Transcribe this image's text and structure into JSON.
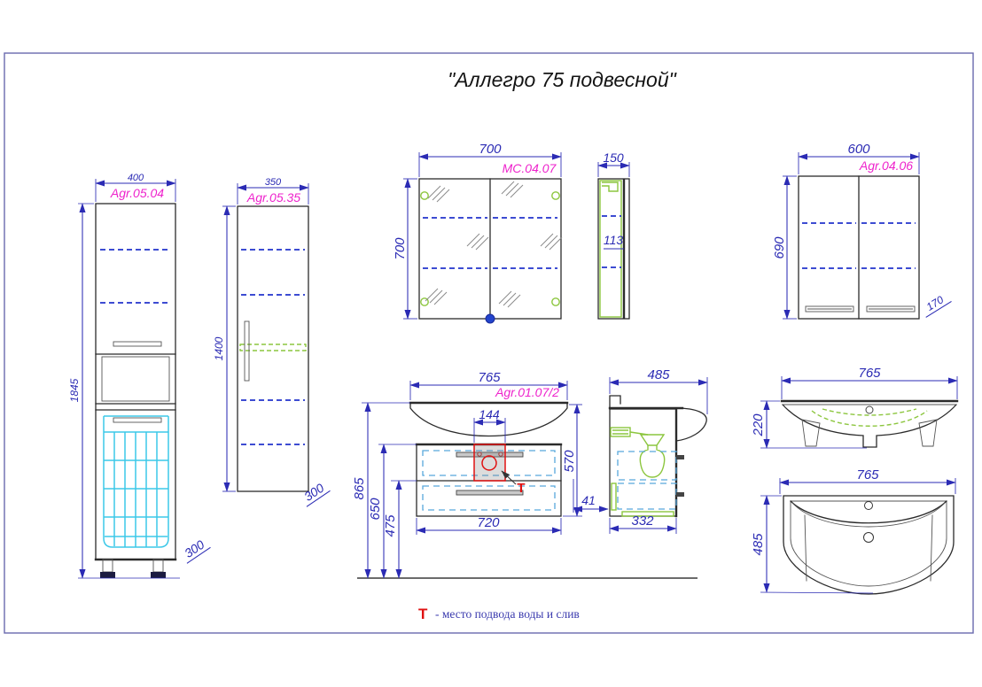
{
  "title": "\"Аллегро 75 подвесной\"",
  "legend": {
    "symbol": "Т",
    "text": "- место подвода воды и слив"
  },
  "colors": {
    "dimension": "#2b2bb4",
    "label": "#ee22cc",
    "outline": "#2b2b2b",
    "basket": "#3cc8e8",
    "fittings": "#8cc63e",
    "detail": "#e01111",
    "drawer_dash": "#57a8dc",
    "frame": "#6a6aad"
  },
  "views": {
    "tall": {
      "label": "Agr.05.04",
      "w": "400",
      "h": "1845",
      "d": "300"
    },
    "column": {
      "label": "Agr.05.35",
      "w": "350",
      "h": "1400",
      "d": "300"
    },
    "mirror": {
      "label": "MC.04.07",
      "w": "700",
      "h": "700"
    },
    "mirror_side": {
      "w": "150",
      "shelf": "113"
    },
    "wall": {
      "label": "Agr.04.06",
      "w": "600",
      "h": "690",
      "d": "170"
    },
    "vanity": {
      "label": "Agr.01.07/2",
      "w": "765",
      "detail": "144",
      "h": "570",
      "gap": "41",
      "cab_w": "720",
      "floor_top": "865",
      "floor_cab": "650",
      "floor_drawer": "475"
    },
    "vanity_side": {
      "w": "485",
      "d": "332"
    },
    "sink_front": {
      "w": "765",
      "h": "220"
    },
    "sink_top": {
      "w": "765",
      "d": "485"
    }
  }
}
